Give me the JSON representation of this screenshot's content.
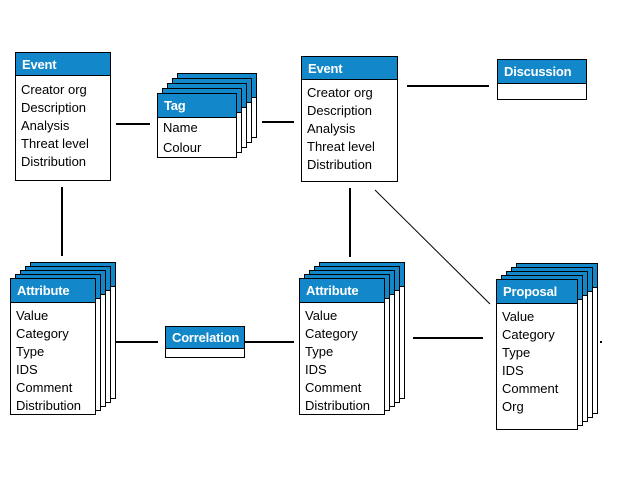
{
  "colors": {
    "header_bg": "#1287c9",
    "header_text": "#ffffff",
    "border": "#000000",
    "line": "#000000",
    "background": "#ffffff"
  },
  "entities": {
    "event_left": {
      "title": "Event",
      "stacked": false,
      "fields": [
        "Creator org",
        "Description",
        "Analysis",
        "Threat level",
        "Distribution"
      ]
    },
    "tag": {
      "title": "Tag",
      "stacked": true,
      "fields": [
        "Name",
        "Colour"
      ]
    },
    "event_center": {
      "title": "Event",
      "stacked": false,
      "fields": [
        "Creator org",
        "Description",
        "Analysis",
        "Threat level",
        "Distribution"
      ]
    },
    "discussion": {
      "title": "Discussion",
      "stacked": false,
      "fields": []
    },
    "attribute_left": {
      "title": "Attribute",
      "stacked": true,
      "fields": [
        "Value",
        "Category",
        "Type",
        "IDS",
        "Comment",
        "Distribution"
      ]
    },
    "correlation": {
      "title": "Correlation",
      "stacked": false,
      "fields": []
    },
    "attribute_center": {
      "title": "Attribute",
      "stacked": true,
      "fields": [
        "Value",
        "Category",
        "Type",
        "IDS",
        "Comment",
        "Distribution"
      ]
    },
    "proposal": {
      "title": "Proposal",
      "stacked": true,
      "fields": [
        "Value",
        "Category",
        "Type",
        "IDS",
        "Comment",
        "Org"
      ]
    }
  },
  "connections": [
    {
      "from": "Event (left)",
      "to": "Tag"
    },
    {
      "from": "Tag",
      "to": "Event (center)"
    },
    {
      "from": "Event (center)",
      "to": "Discussion"
    },
    {
      "from": "Event (left)",
      "to": "Attribute (left)"
    },
    {
      "from": "Event (center)",
      "to": "Attribute (center)"
    },
    {
      "from": "Event (center)",
      "to": "Proposal"
    },
    {
      "from": "Attribute (left)",
      "to": "Correlation"
    },
    {
      "from": "Correlation",
      "to": "Attribute (center)"
    },
    {
      "from": "Attribute (center)",
      "to": "Proposal"
    }
  ]
}
